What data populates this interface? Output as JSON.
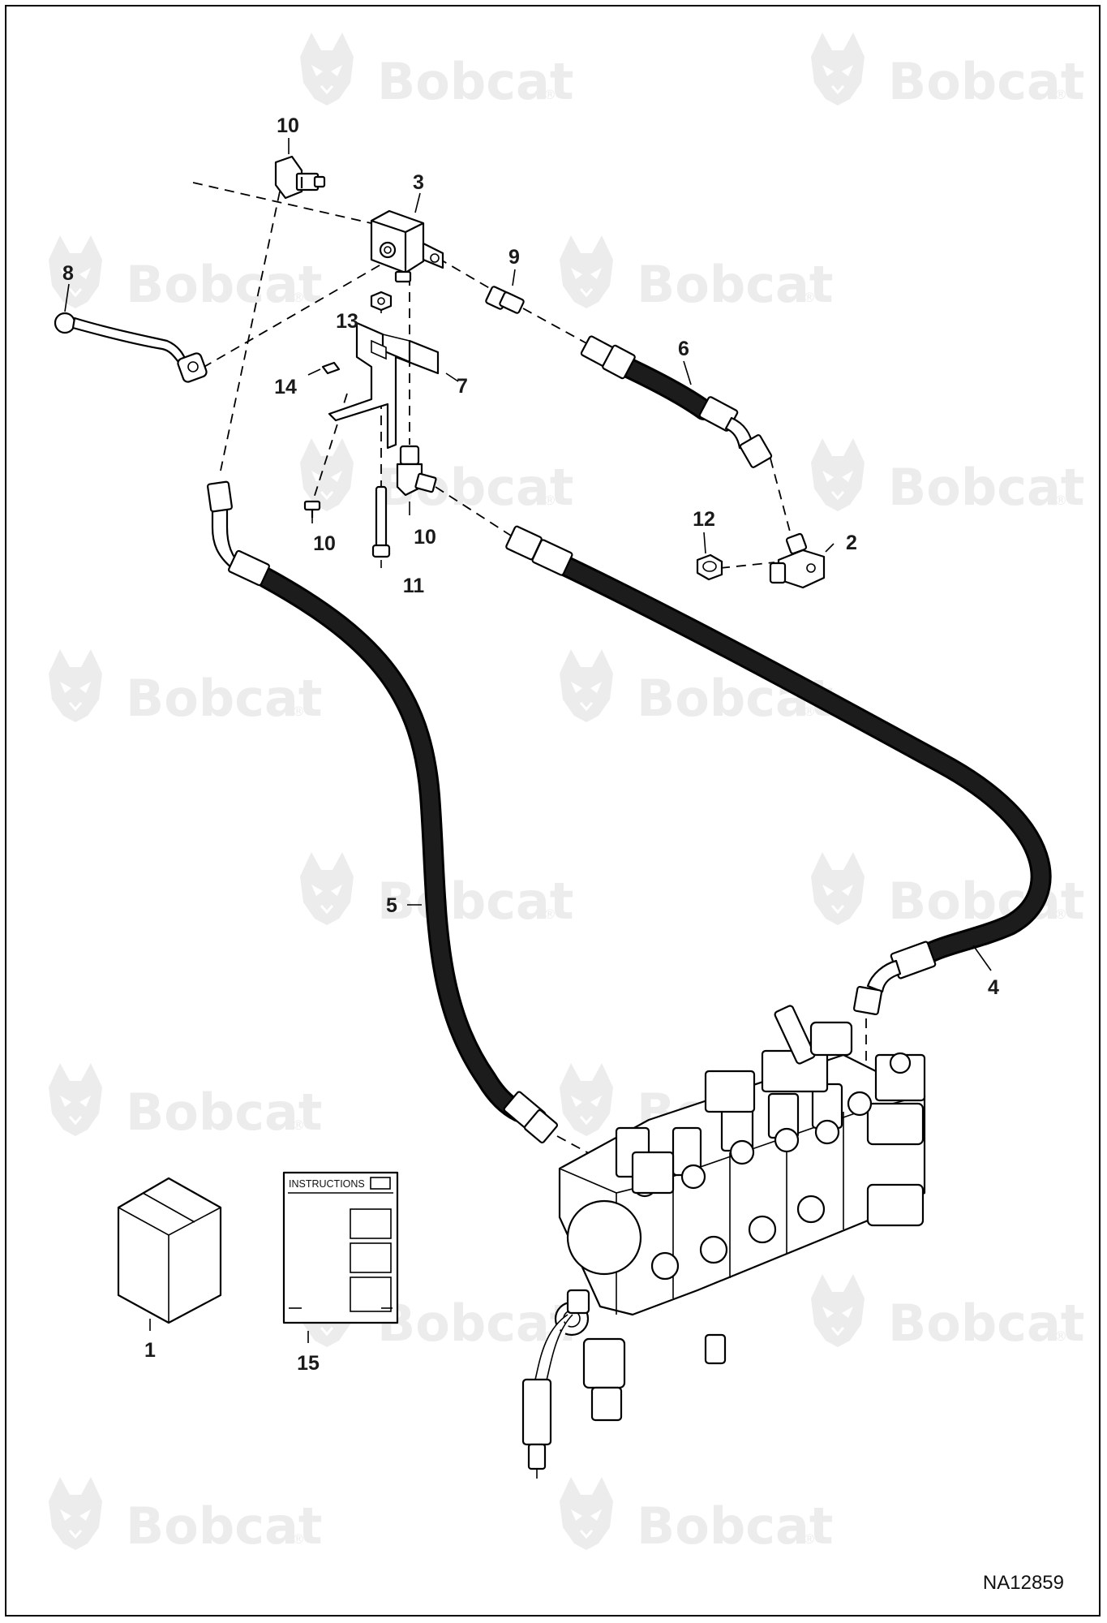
{
  "watermark": {
    "text": "Bobcat",
    "mark": "®",
    "logo_icon": "bobcat-head-icon",
    "color": "#ececec"
  },
  "callouts": [
    {
      "id": "1",
      "label": "1"
    },
    {
      "id": "2",
      "label": "2"
    },
    {
      "id": "3",
      "label": "3"
    },
    {
      "id": "4",
      "label": "4"
    },
    {
      "id": "5",
      "label": "5"
    },
    {
      "id": "6",
      "label": "6"
    },
    {
      "id": "7",
      "label": "7"
    },
    {
      "id": "8",
      "label": "8"
    },
    {
      "id": "9",
      "label": "9"
    },
    {
      "id": "10a",
      "label": "10"
    },
    {
      "id": "10b",
      "label": "10"
    },
    {
      "id": "11",
      "label": "11"
    },
    {
      "id": "12",
      "label": "12"
    },
    {
      "id": "13",
      "label": "13"
    },
    {
      "id": "14a",
      "label": "14"
    },
    {
      "id": "14b",
      "label": "14"
    },
    {
      "id": "15",
      "label": "15"
    }
  ],
  "instruction_sheet": {
    "heading": "INSTRUCTIONS"
  },
  "drawing_number": "NA12859",
  "colors": {
    "line": "#000000",
    "hose": "#1c1c1c",
    "background": "#ffffff"
  }
}
